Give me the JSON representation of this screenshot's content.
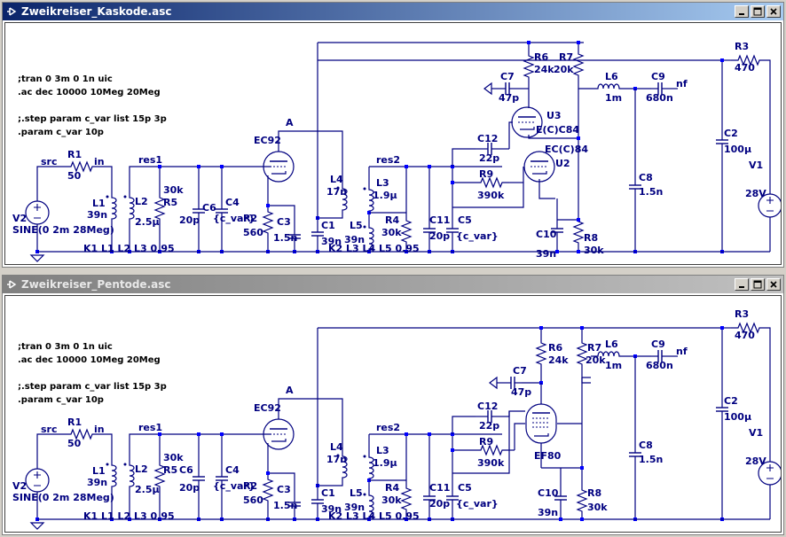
{
  "windows": [
    {
      "title": "Zweikreiser_Kaskode.asc",
      "directives": [
        ";tran 0 3m 0 1n uic",
        ".ac dec 10000 10Meg 20Meg",
        ";.step param c_var list 15p 3p",
        ".param c_var 10p"
      ],
      "labels": {
        "src": "src",
        "R1": "R1",
        "R1v": "50",
        "in": "in",
        "V2": "V2",
        "V2v": "SINE(0 2m 28Meg)",
        "L1": "L1",
        "L1v": "39n",
        "L2": "L2",
        "L2v": "2.5μ",
        "res1": "res1",
        "R5": "R5",
        "R5v": "30k",
        "C6": "C6",
        "C6v": "20p",
        "C4": "C4",
        "C4v": "{c_var}",
        "K1": "K1 L1 L2 L3 0.95",
        "EC92": "EC92",
        "A": "A",
        "R2": "R2",
        "R2v": "560",
        "C3": "C3",
        "C3v": "1.5n",
        "L4": "L4",
        "L4v": "17n",
        "C1": "C1",
        "C1v": "39n",
        "L5": "L5",
        "L5v": "39n",
        "L3": "L3",
        "L3v": "1.9μ",
        "res2": "res2",
        "R4": "R4",
        "R4v": "30k",
        "C11": "C11",
        "C11v": "20p",
        "C5": "C5",
        "C5v": "{c_var}",
        "K2": "K2 L3 L4 L5 0.95",
        "C12": "C12",
        "C12v": "22p",
        "R9": "R9",
        "R9v": "390k",
        "U3": "U3",
        "U3m": "E(C)C84",
        "U2": "U2",
        "U2m": "EC(C)84",
        "R6": "R6",
        "R6v": "24k",
        "R7": "R7",
        "R7v": "20k",
        "C7": "C7",
        "C7v": "47p",
        "L6": "L6",
        "L6v": "1m",
        "C9": "C9",
        "C9v": "680n",
        "nf": "nf",
        "C8": "C8",
        "C8v": "1.5n",
        "C10": "C10",
        "C10v": "39n",
        "R8": "R8",
        "R8v": "30k",
        "R3": "R3",
        "R3v": "470",
        "C2": "C2",
        "C2v": "100μ",
        "V1": "V1",
        "V1v": "28V"
      }
    },
    {
      "title": "Zweikreiser_Pentode.asc",
      "directives": [
        ";tran 0 3m 0 1n uic",
        ".ac dec 10000 10Meg 20Meg",
        ";.step param c_var list 15p 3p",
        ".param c_var 10p"
      ],
      "labels": {
        "src": "src",
        "R1": "R1",
        "R1v": "50",
        "in": "in",
        "V2": "V2",
        "V2v": "SINE(0 2m 28Meg)",
        "L1": "L1",
        "L1v": "39n",
        "L2": "L2",
        "L2v": "2.5μ",
        "res1": "res1",
        "R5": "R5",
        "R5v": "30k",
        "C6": "C6",
        "C6v": "20p",
        "C4": "C4",
        "C4v": "{c_var}",
        "K1": "K1 L1 L2 L3 0.95",
        "EC92": "EC92",
        "A": "A",
        "R2": "R2",
        "R2v": "560",
        "C3": "C3",
        "C3v": "1.5n",
        "L4": "L4",
        "L4v": "17n",
        "C1": "C1",
        "C1v": "39n",
        "L5": "L5",
        "L5v": "39n",
        "L3": "L3",
        "L3v": "1.9μ",
        "res2": "res2",
        "R4": "R4",
        "R4v": "30k",
        "C11": "C11",
        "C11v": "20p",
        "C5": "C5",
        "C5v": "{c_var}",
        "K2": "K2 L3 L4 L5 0.95",
        "C12": "C12",
        "C12v": "22p",
        "R9": "R9",
        "R9v": "390k",
        "EF80": "EF80",
        "R6": "R6",
        "R6v": "24k",
        "R7": "R7",
        "R7v": "20k",
        "C7": "C7",
        "C7v": "47p",
        "L6": "L6",
        "L6v": "1m",
        "C9": "C9",
        "C9v": "680n",
        "nf": "nf",
        "C8": "C8",
        "C8v": "1.5n",
        "C10": "C10",
        "C10v": "39n",
        "R8": "R8",
        "R8v": "30k",
        "R3": "R3",
        "R3v": "470",
        "C2": "C2",
        "C2v": "100μ",
        "V1": "V1",
        "V1v": "28V"
      }
    }
  ],
  "colors": {
    "wire": "#000080",
    "component": "#000080",
    "node": "#0000ff",
    "active_title": "#0a246a",
    "inactive_title": "#808080",
    "canvas": "#ffffff"
  }
}
